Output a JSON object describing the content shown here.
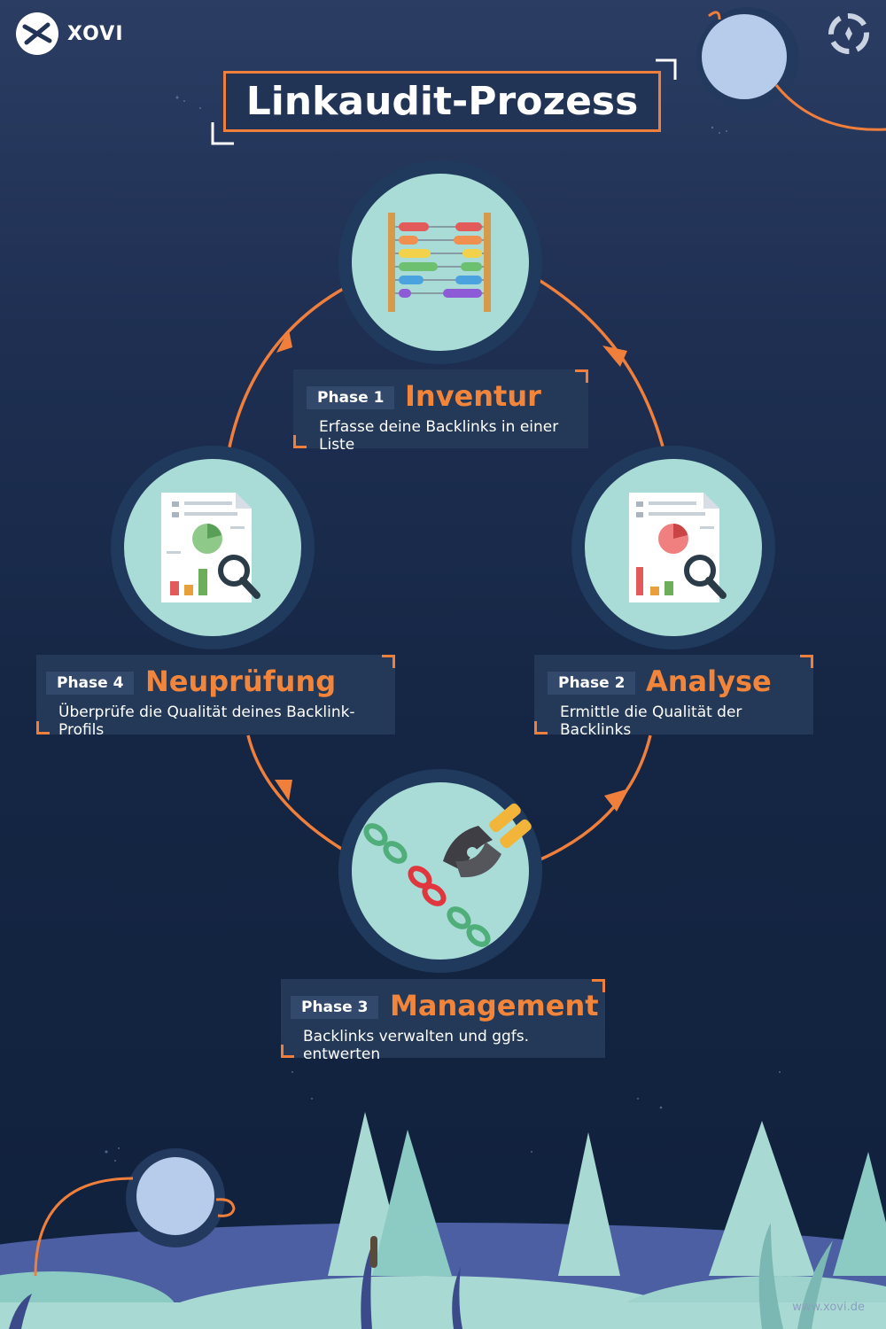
{
  "brand": {
    "logo_text": "XOVI",
    "website": "www.xovi.de"
  },
  "title": "Linkaudit-Prozess",
  "phases": [
    {
      "tag": "Phase 1",
      "name": "Inventur",
      "desc": "Erfasse deine Backlinks in einer Liste",
      "icon": "abacus-icon"
    },
    {
      "tag": "Phase 2",
      "name": "Analyse",
      "desc": "Ermittle die Qualität der Backlinks",
      "icon": "report-magnifier-icon"
    },
    {
      "tag": "Phase 3",
      "name": "Management",
      "desc": "Backlinks verwalten und ggfs. entwerten",
      "icon": "pliers-chain-icon"
    },
    {
      "tag": "Phase 4",
      "name": "Neuprüfung",
      "desc": "Überprüfe die Qualität deines Backlink-Profils",
      "icon": "report-magnifier-icon"
    }
  ],
  "colors": {
    "accent": "#f07f3c",
    "circle_fill": "#a9dcd6",
    "circle_ring": "#1f3a5c",
    "panel": "#243957"
  }
}
